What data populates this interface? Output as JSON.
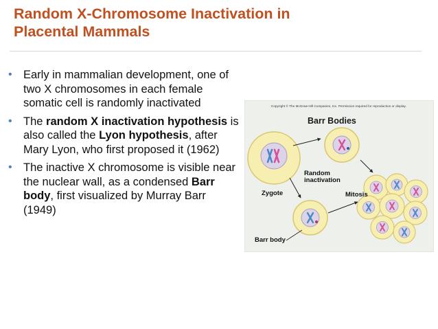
{
  "slide": {
    "title_line1": "Random X-Chromosome Inactivation in",
    "title_line2": "Placental Mammals",
    "bullets": [
      {
        "parts": [
          "Early in mammalian development, one of two X chromosomes in each female somatic cell is randomly inactivated"
        ]
      },
      {
        "pre": "The ",
        "bold1": "random X inactivation hypothesis",
        "mid": " is also called the ",
        "bold2": "Lyon hypothesis",
        "post": ", after Mary Lyon, who first proposed it (1962)"
      },
      {
        "pre": "The inactive X chromosome is visible near the nuclear wall, as a condensed ",
        "bold1": "Barr body",
        "post": ", first visualized by Murray Barr (1949)"
      }
    ]
  },
  "figure": {
    "copyright": "Copyright © The McGraw-Hill Companies, Inc. Permission required for reproduction or display.",
    "title": "Barr Bodies",
    "labels": {
      "zygote": "Zygote",
      "random_line1": "Random",
      "random_line2": "inactivation",
      "mitosis": "Mitosis",
      "barr_body": "Barr body"
    }
  },
  "colors": {
    "title": "#c0501f",
    "bullet": "#4f81bd",
    "cell_fill": "#f7efb2",
    "cell_stroke": "#d9c56f",
    "nucleus_fill": "#dcd3e8",
    "nucleus_stroke": "#a99cc4",
    "chrom_pink": "#d8509a",
    "chrom_blue": "#4a89c8"
  }
}
